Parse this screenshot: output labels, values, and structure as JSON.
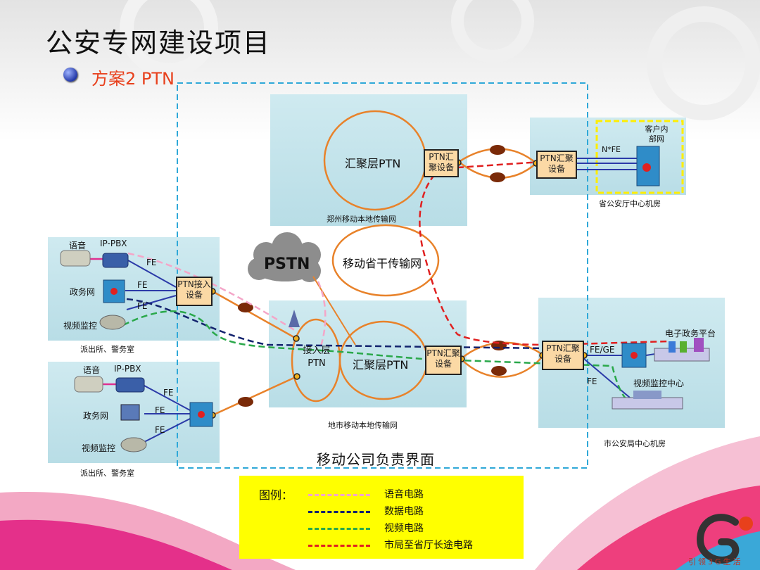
{
  "title": "公安专网建设项目",
  "subtitle": "方案2 PTN",
  "colors": {
    "accent": "#e8401c",
    "voice": "#f4a6c8",
    "data": "#13236e",
    "video": "#2aa84a",
    "longhaul": "#e02020",
    "link": "#e87a1e"
  },
  "zhengzhou": {
    "ring_label": "汇聚层PTN",
    "device": "PTN汇聚设备",
    "caption": "郑州移动本地传输网"
  },
  "province": {
    "device": "PTN汇聚设备",
    "link_label": "N*FE",
    "customer_label": "客户内部网",
    "caption": "省公安厅中心机房"
  },
  "backbone_label": "移动省干传输网",
  "pstn_label": "PSTN",
  "local": {
    "access_ring": "接入层PTN",
    "agg_ring": "汇聚层PTN",
    "device": "PTN汇聚设备",
    "caption": "地市移动本地传输网"
  },
  "station1": {
    "voice": "语音",
    "pbx": "IP-PBX",
    "gov": "政务网",
    "video": "视频监控",
    "fe1": "FE",
    "fe2": "FE",
    "fe3": "FE",
    "device": "PTN接入设备",
    "caption": "派出所、警务室"
  },
  "station2": {
    "voice": "语音",
    "pbx": "IP-PBX",
    "gov": "政务网",
    "video": "视频监控",
    "fe1": "FE",
    "fe2": "FE",
    "fe3": "FE",
    "caption": "派出所、警务室"
  },
  "city": {
    "device": "PTN汇聚设备",
    "fe_ge": "FE/GE",
    "fe": "FE",
    "egov": "电子政务平台",
    "video_center": "视频监控中心",
    "caption": "市公安局中心机房"
  },
  "boundary_label": "移动公司负责界面",
  "legend": {
    "head": "图例：",
    "items": [
      {
        "label": "语音电路",
        "color": "#f4a6c8"
      },
      {
        "label": "数据电路",
        "color": "#13236e"
      },
      {
        "label": "视频电路",
        "color": "#2aa84a"
      },
      {
        "label": "市局至省厅长途电路",
        "color": "#e02020"
      }
    ]
  },
  "logo_text": "引领3G生活"
}
